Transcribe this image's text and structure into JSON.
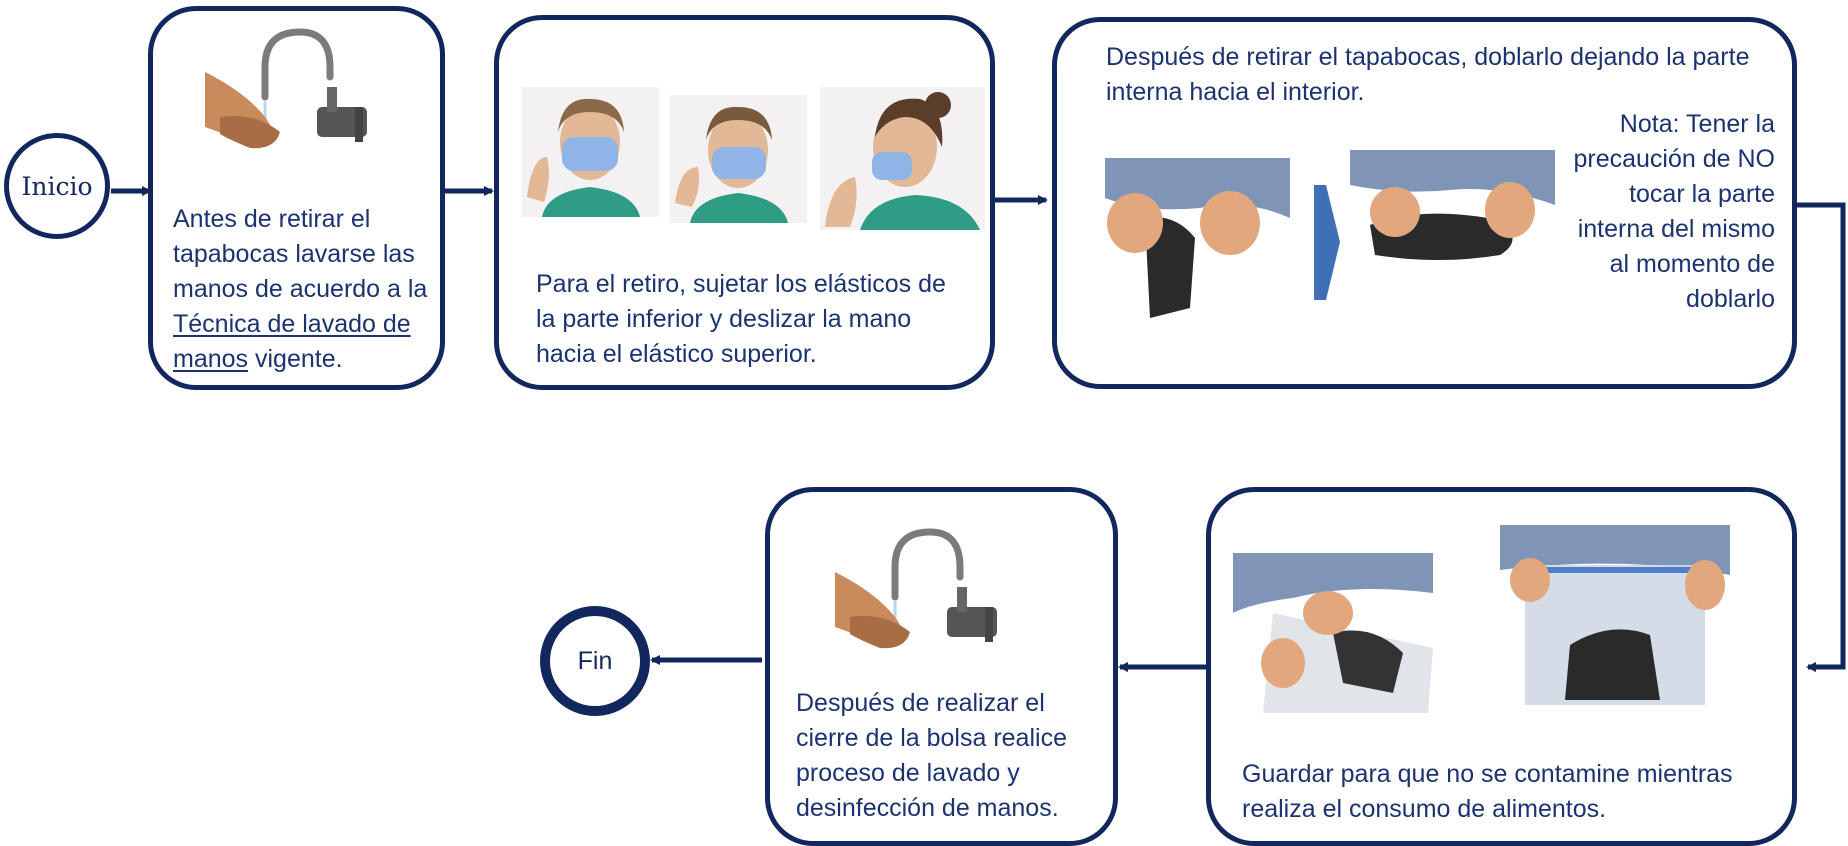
{
  "colors": {
    "navy": "#13275f",
    "text": "#1c3372",
    "skin": "#c98a5c",
    "mask": "#8fb4e6",
    "scrub": "#2f9c86",
    "fabric": "#2a2a2a",
    "shirt": "#7f95b8"
  },
  "start": {
    "label": "Inicio"
  },
  "end": {
    "label": "Fin"
  },
  "steps": [
    {
      "id": "step1",
      "text_before": "Antes de retirar el tapabocas lavarse las manos de acuerdo a la ",
      "link": "Técnica de lavado de manos",
      "text_after": " vigente.",
      "icons": [
        "handwashing-icon"
      ]
    },
    {
      "id": "step2",
      "text": "Para el retiro, sujetar los elásticos de la parte inferior y deslizar la mano hacia el elástico superior.",
      "icons": [
        "mask-removal-front-photo",
        "mask-removal-front2-photo",
        "mask-removal-side-photo"
      ]
    },
    {
      "id": "step3",
      "text": "Después de retirar el tapabocas, doblarlo dejando la parte interna hacia el interior.",
      "note": "Nota: Tener la precaución de NO tocar la parte interna del mismo al momento de doblarlo",
      "icons": [
        "mask-fold-open-photo",
        "mask-fold-closed-photo"
      ]
    },
    {
      "id": "step4",
      "text": "Guardar para que no se contamine mientras realiza el consumo de alimentos.",
      "icons": [
        "bag-open-photo",
        "bag-sealed-photo"
      ]
    },
    {
      "id": "step5",
      "text": "Después de realizar el cierre de la bolsa  realice proceso de lavado y desinfección de manos.",
      "icons": [
        "handwashing-icon"
      ]
    }
  ]
}
